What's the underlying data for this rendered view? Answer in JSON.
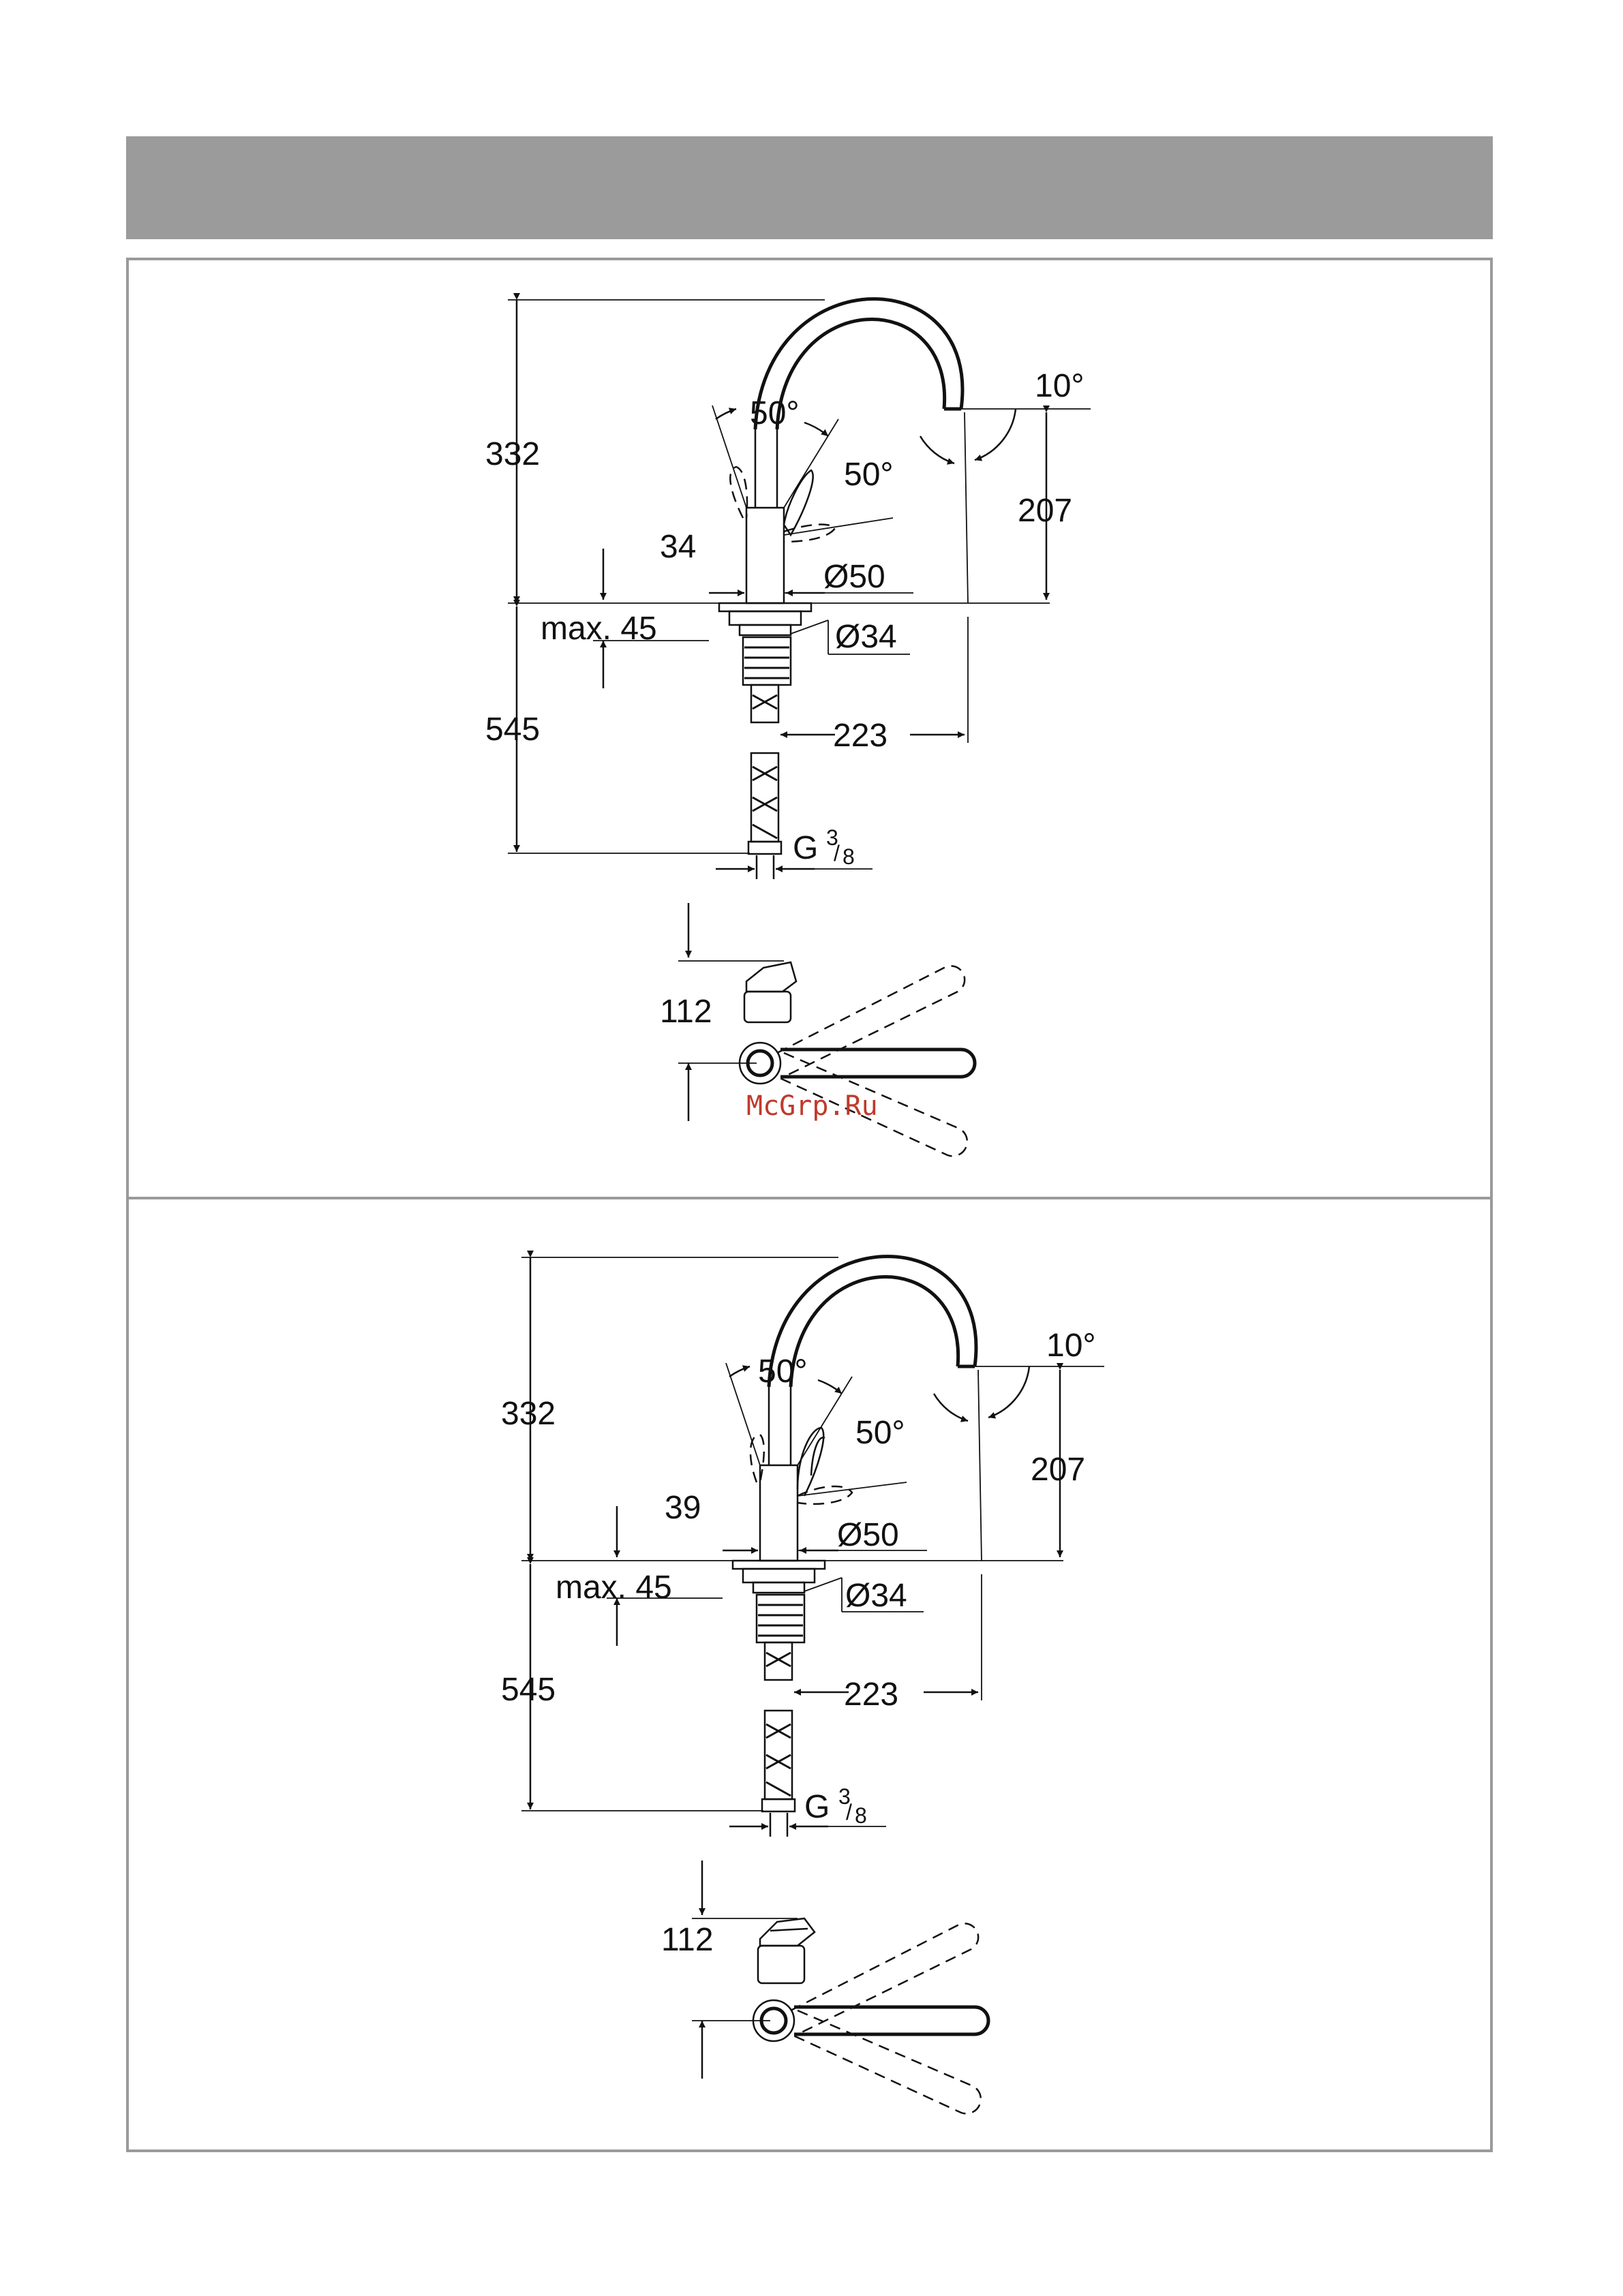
{
  "watermark": "McGrp.Ru",
  "top": {
    "height_total": "332",
    "handle_angle_left": "50°",
    "handle_angle_right": "50°",
    "spout_angle": "10°",
    "spout_height": "207",
    "body_width": "34",
    "diameter_body": "Ø50",
    "max_thickness": "max. 45",
    "diameter_shank": "Ø34",
    "hose_length": "545",
    "reach": "223",
    "thread_g": "G",
    "thread_num": "3",
    "thread_den": "8",
    "top_view_height": "112"
  },
  "bottom": {
    "height_total": "332",
    "handle_angle_left": "50°",
    "handle_angle_right": "50°",
    "spout_angle": "10°",
    "spout_height": "207",
    "body_width": "39",
    "diameter_body": "Ø50",
    "max_thickness": "max. 45",
    "diameter_shank": "Ø34",
    "hose_length": "545",
    "reach": "223",
    "thread_g": "G",
    "thread_num": "3",
    "thread_den": "8",
    "top_view_height": "112"
  }
}
